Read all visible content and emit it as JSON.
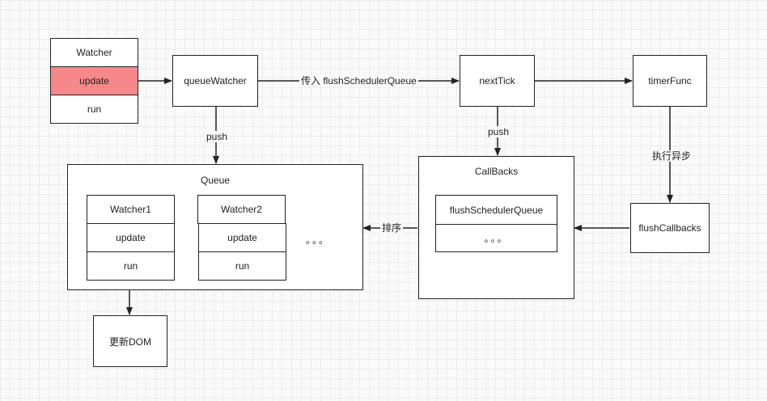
{
  "diagram": {
    "watcher": {
      "title": "Watcher",
      "update": "update",
      "run": "run",
      "highlight_color": "#f6888a"
    },
    "queue_watcher": "queueWatcher",
    "next_tick": "nextTick",
    "timer_func": "timerFunc",
    "queue": {
      "title": "Queue",
      "watcher1": {
        "title": "Watcher1",
        "update": "update",
        "run": "run"
      },
      "watcher2": {
        "title": "Watcher2",
        "update": "update",
        "run": "run"
      },
      "ellipsis": "。。。"
    },
    "callbacks": {
      "title": "CallBacks",
      "item1": "flushSchedulerQueue",
      "ellipsis": "。。。"
    },
    "flush_callbacks": "flushCallbacks",
    "update_dom": "更新DOM",
    "edges": {
      "pass_in": "传入 flushSchedulerQueue",
      "push_queue": "push",
      "push_callbacks": "push",
      "exec_async": "执行异步",
      "sort": "排序"
    }
  }
}
